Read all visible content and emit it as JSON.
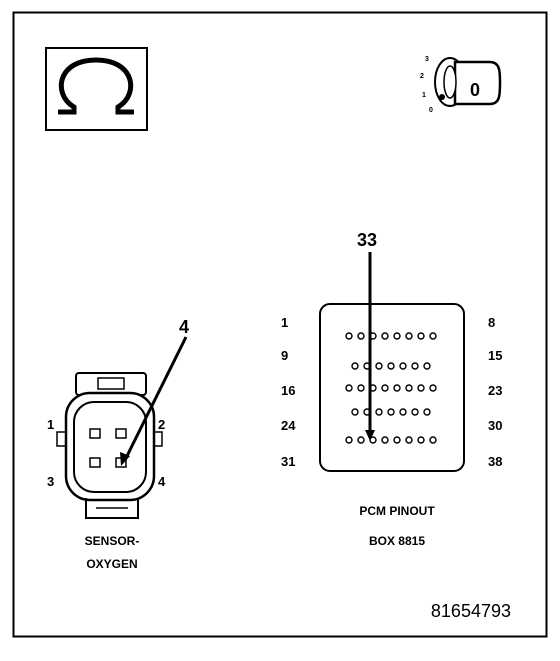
{
  "ohm_symbol": "Ω",
  "ignition": {
    "positions": [
      "3",
      "2",
      "1",
      "0"
    ],
    "key_label": "0"
  },
  "sensor": {
    "pin_labels": [
      "1",
      "2",
      "3",
      "4"
    ],
    "callout_pin": "4",
    "caption_line1": "SENSOR-",
    "caption_line2": "OXYGEN"
  },
  "pcm": {
    "callout_pin": "33",
    "row_labels_left": [
      "1",
      "9",
      "16",
      "24",
      "31"
    ],
    "row_labels_right": [
      "8",
      "15",
      "23",
      "30",
      "38"
    ],
    "caption_line1": "PCM PINOUT",
    "caption_line2": "BOX 8815"
  },
  "figure_id": "81654793"
}
